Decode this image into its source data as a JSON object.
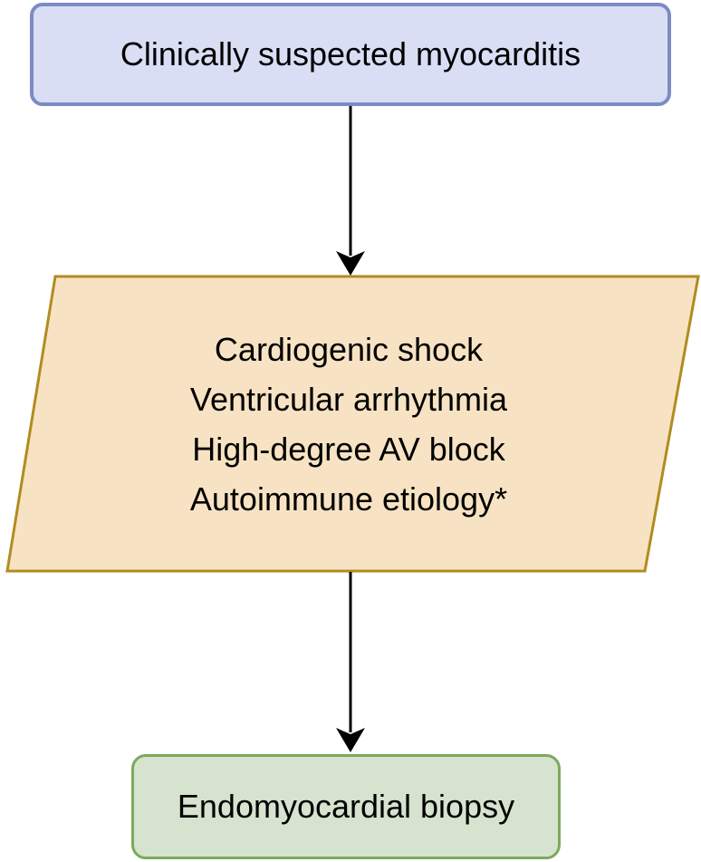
{
  "background": "#ffffff",
  "text_color": "#000000",
  "nodes": {
    "start": {
      "label": "Clinically suspected myocarditis",
      "fill": "#d9def5",
      "border": "#7c8bc4"
    },
    "criteria": {
      "lines": [
        "Cardiogenic shock",
        "Ventricular arrhythmia",
        "High-degree AV block",
        "Autoimmune etiology*"
      ],
      "fill": "#f7e3c3",
      "border": "#b18c20"
    },
    "biopsy": {
      "label": "Endomyocardial biopsy",
      "fill": "#d6e3cf",
      "border": "#7ca95c"
    }
  },
  "arrows": {
    "color": "#000000"
  }
}
